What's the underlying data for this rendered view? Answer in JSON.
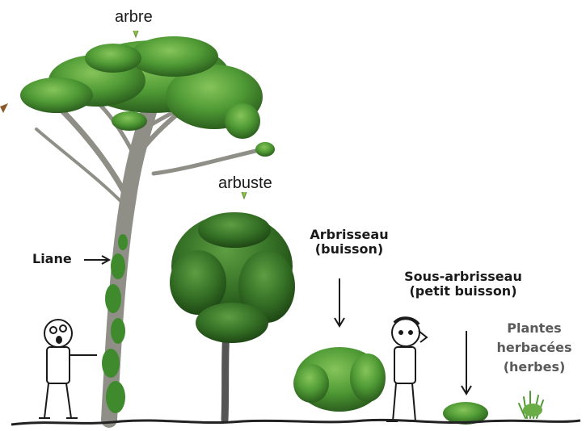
{
  "labels": {
    "arbre": "arbre",
    "arbuste": "arbuste",
    "liane": "Liane",
    "arbrisseau_line1": "Arbrisseau",
    "arbrisseau_line2": "(buisson)",
    "sous_arbrisseau_line1": "Sous-arbrisseau",
    "sous_arbrisseau_line2": "(petit buisson)",
    "plantes_line1": "Plantes",
    "plantes_line2": "herbacées",
    "plantes_line3": "(herbes)"
  },
  "colors": {
    "foliage_dark": "#2f6b22",
    "foliage_mid": "#4f9a35",
    "foliage_light": "#7fbf55",
    "trunk": "#9a9a94",
    "ink": "#1a1a1a",
    "ground": "#222222"
  }
}
